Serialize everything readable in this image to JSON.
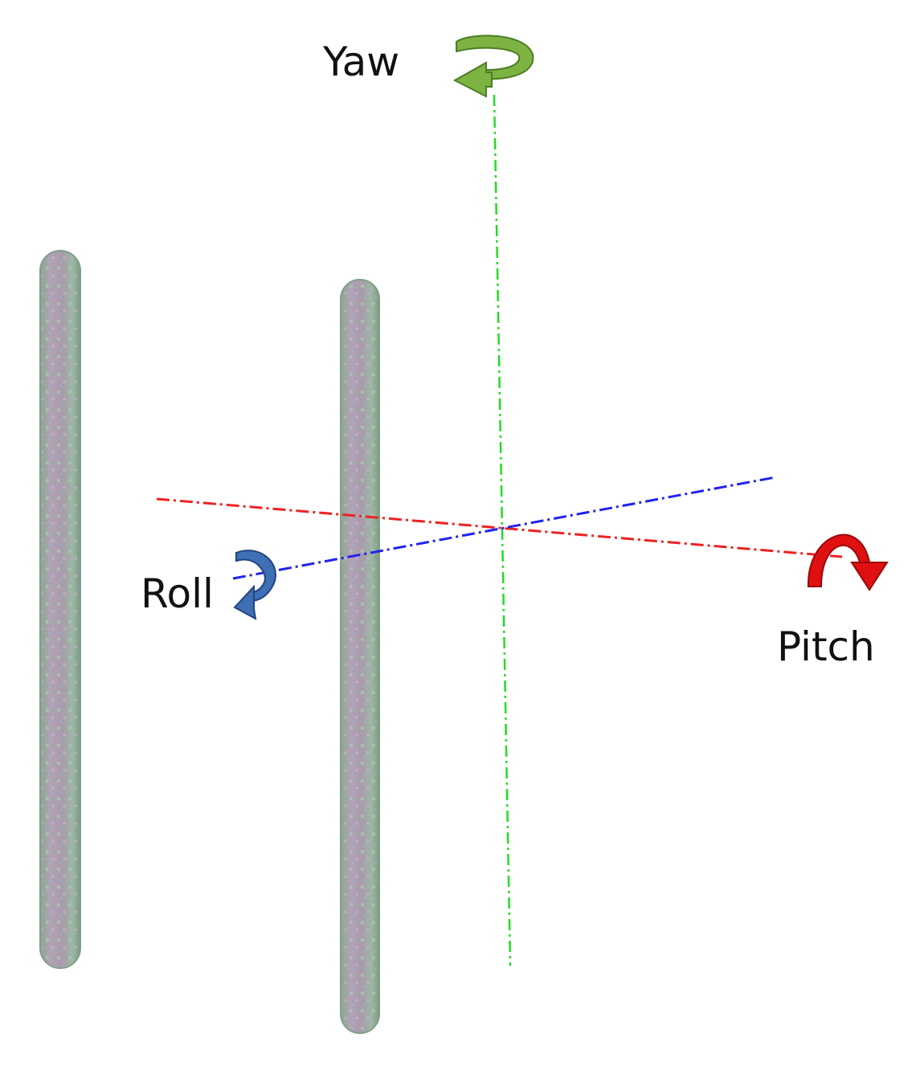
{
  "labels": {
    "yaw": "Yaw",
    "roll": "Roll",
    "pitch": "Pitch"
  },
  "colors": {
    "yaw_axis": "#22dd22",
    "roll_axis": "#2222ee",
    "pitch_axis": "#ee2222",
    "yaw_arrow": "#7cb342",
    "yaw_arrow_dark": "#4e7d23",
    "roll_arrow": "#3f6fb5",
    "roll_arrow_dark": "#22457e",
    "pitch_arrow": "#e01010",
    "pitch_arrow_dark": "#9a0808",
    "rod_fill": "#a99aa7",
    "rod_edge": "#8fb59a"
  }
}
